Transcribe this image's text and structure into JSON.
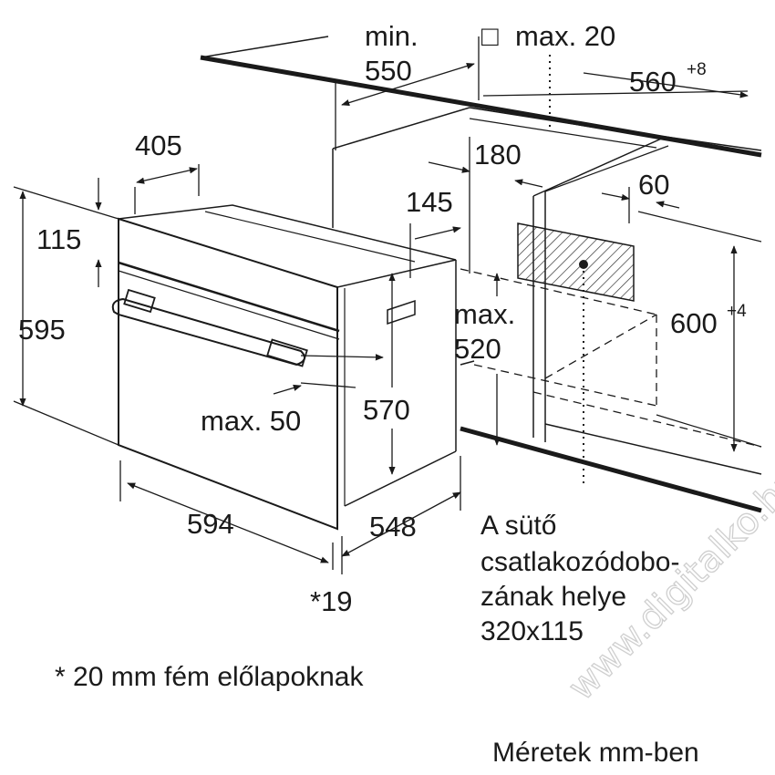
{
  "dimensions": {
    "niche_depth_min_label": "min.",
    "niche_depth_min_value": "550",
    "box_symbol": "□",
    "max_20": "max. 20",
    "niche_width_value": "560",
    "niche_width_tol": "+8",
    "oven_depth_top": "405",
    "d_180": "180",
    "d_145": "145",
    "d_60": "60",
    "d_115": "115",
    "oven_height": "595",
    "niche_height_value": "600",
    "niche_height_tol": "+4",
    "max_520_label": "max.",
    "max_520_value": "520",
    "max_50": "max. 50",
    "d_570": "570",
    "oven_width": "594",
    "oven_depth": "548",
    "front_19": "*19"
  },
  "caption": {
    "line1": "A sütő",
    "line2": "csatlakozódobo-",
    "line3": "zának helye",
    "line4": "320x115"
  },
  "footnote": "* 20 mm fém előlapoknak",
  "units_note": "Méretek mm-ben",
  "watermark": "www.digitalko.hu"
}
